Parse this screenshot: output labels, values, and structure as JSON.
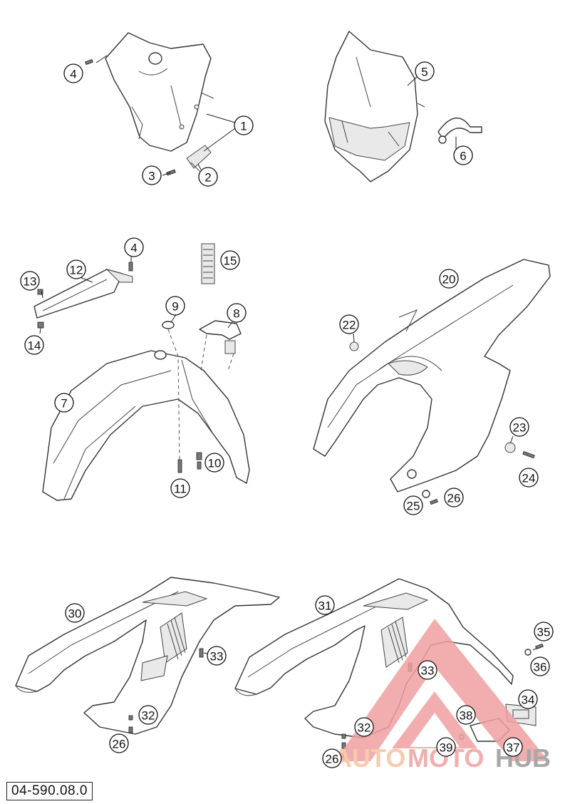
{
  "diagram": {
    "reference_code": "04-590.08.0",
    "watermark": {
      "part1": "AUTO",
      "part2": "MOTO",
      "part3": "HUB",
      "color_primary": "#f0a0a0",
      "color_accent": "#f5c2a0",
      "color_dark": "#9a9a9a"
    },
    "callouts": {
      "c1": "1",
      "c2": "2",
      "c3": "3",
      "c4a": "4",
      "c4b": "4",
      "c5": "5",
      "c6": "6",
      "c7": "7",
      "c8": "8",
      "c9": "9",
      "c10": "10",
      "c11": "11",
      "c12": "12",
      "c13": "13",
      "c14": "14",
      "c15": "15",
      "c20": "20",
      "c22": "22",
      "c23": "23",
      "c24": "24",
      "c25": "25",
      "c26a": "26",
      "c26b": "26",
      "c26c": "26",
      "c30": "30",
      "c31": "31",
      "c32a": "32",
      "c32b": "32",
      "c33a": "33",
      "c33b": "33",
      "c34": "34",
      "c35": "35",
      "c36": "36",
      "c37": "37",
      "c38": "38",
      "c39": "39"
    }
  }
}
